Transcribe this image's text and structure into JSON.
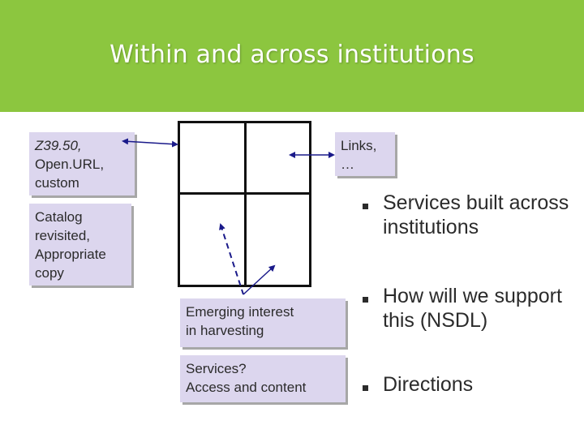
{
  "slide": {
    "title": "Within and across institutions",
    "colors": {
      "title_band": "#8cc63f",
      "box_fill": "#dcd6ee",
      "arrow": "#1a1a8a"
    }
  },
  "callouts": {
    "protocols": {
      "lines": [
        "Z39.50,",
        "Open.URL,",
        "custom"
      ]
    },
    "catalog": {
      "lines": [
        "Catalog",
        "revisited,",
        "Appropriate",
        "copy"
      ]
    },
    "links": {
      "lines": [
        "Links,",
        "…"
      ]
    },
    "harvesting": {
      "lines": [
        "Emerging interest",
        "in harvesting"
      ]
    },
    "services": {
      "lines": [
        "Services?",
        "Access and content"
      ]
    }
  },
  "bullets": [
    {
      "text": "Services built across institutions"
    },
    {
      "text": "How will we support this (NSDL)"
    },
    {
      "text": "Directions"
    }
  ]
}
